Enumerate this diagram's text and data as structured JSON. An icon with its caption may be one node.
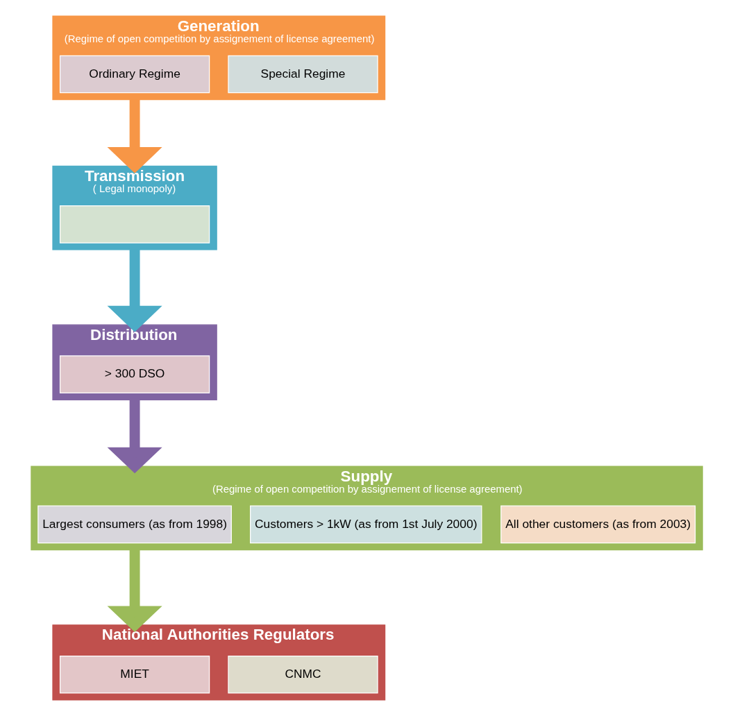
{
  "diagram": {
    "nodes": [
      {
        "text": [
          "Generation",
          "(Regime of open competition by assignement of license agreement)"
        ]
      },
      {
        "text": [
          "Ordinary Regime"
        ],
        "in": 0
      },
      {
        "text": [
          "Special Regime"
        ],
        "in": 0
      },
      {
        "text": [
          "Transmission",
          "( Legal monopoly)"
        ]
      },
      {
        "text": [],
        "shape": "box",
        "in": 3
      },
      {
        "text": [
          "Distribution"
        ]
      },
      {
        "text": [
          "> 300 DSO"
        ],
        "in": 5
      },
      {
        "text": [
          "Supply",
          "(Regime of open competition by assignement of license agreement)"
        ]
      },
      {
        "text": [
          "Largest consumers (as from 1998)"
        ],
        "in": 7
      },
      {
        "text": [
          "Customers > 1kW (as from 1st July 2000)"
        ],
        "in": 7
      },
      {
        "text": [
          "All other customers (as from 2003)"
        ],
        "in": 7
      },
      {
        "text": [
          "National Authorities Regulators"
        ]
      },
      {
        "text": [
          "MIET"
        ],
        "in": 11
      },
      {
        "text": [
          "CNMC"
        ],
        "in": 11
      }
    ],
    "edges": [
      {
        "from": 0,
        "to": 3,
        "arrow": "to",
        "color": "#f79646"
      },
      {
        "from": 3,
        "to": 5,
        "arrow": "to",
        "color": "#4bacc6"
      },
      {
        "from": 5,
        "to": 7,
        "arrow": "to",
        "color": "#8064a2"
      },
      {
        "from": 7,
        "to": 11,
        "arrow": "to",
        "color": "#9bbb59"
      }
    ]
  }
}
